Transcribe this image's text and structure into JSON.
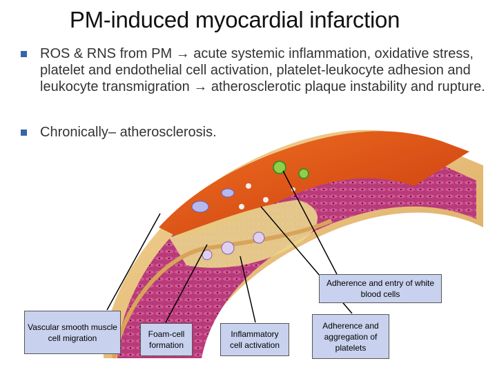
{
  "title": "PM-induced myocardial infarction",
  "bullets": [
    "ROS & RNS from PM → acute systemic inflammation, oxidative stress, platelet and endothelial cell activation, platelet-leukocyte adhesion and leukocyte transmigration → atherosclerotic plaque instability and rupture.",
    "Chronically– atherosclerosis."
  ],
  "labels": {
    "adherence_entry": "Adherence and entry of white blood cells",
    "smooth_muscle": "Vascular smooth muscle cell migration",
    "foam_cell": "Foam-cell formation",
    "inflammatory": "Inflammatory cell activation",
    "platelets": "Adherence and aggregation of platelets"
  },
  "colors": {
    "bullet_square": "#3366aa",
    "label_fill": "#c8d2ee",
    "vessel_outer": "#e8c27a",
    "muscle": "#b0306a",
    "lumen": "#e0501a"
  }
}
